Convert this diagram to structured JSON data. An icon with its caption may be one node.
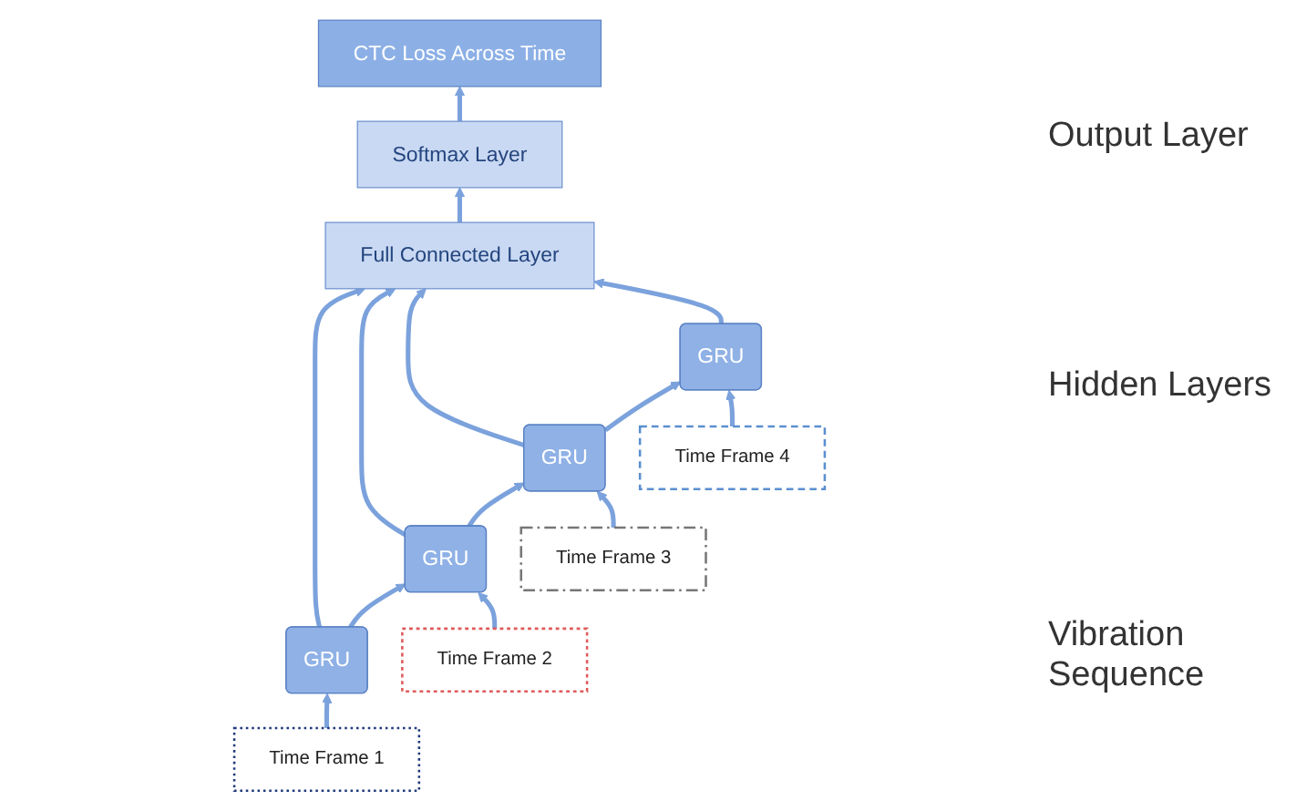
{
  "diagram": {
    "nodes": [
      {
        "text": [
          "CTC Loss Across Time"
        ]
      },
      {
        "text": [
          "Softmax Layer"
        ]
      },
      {
        "text": [
          "Full Connected Layer"
        ]
      },
      {
        "text": [
          "GRU"
        ]
      },
      {
        "text": [
          "GRU"
        ]
      },
      {
        "text": [
          "GRU"
        ]
      },
      {
        "text": [
          "GRU"
        ]
      },
      {
        "text": [
          "Time Frame 1"
        ]
      },
      {
        "text": [
          "Time Frame 2"
        ]
      },
      {
        "text": [
          "Time Frame 3"
        ]
      },
      {
        "text": [
          "Time Frame 4"
        ]
      }
    ],
    "edges": [
      {
        "from": 1,
        "to": 0,
        "arrow": "to"
      },
      {
        "from": 2,
        "to": 1,
        "arrow": "to"
      },
      {
        "from": 3,
        "to": 2,
        "arrow": "to"
      },
      {
        "from": 4,
        "to": 2,
        "arrow": "to"
      },
      {
        "from": 5,
        "to": 2,
        "arrow": "to"
      },
      {
        "from": 6,
        "to": 2,
        "arrow": "to"
      },
      {
        "from": 3,
        "to": 4,
        "arrow": "to"
      },
      {
        "from": 4,
        "to": 5,
        "arrow": "to"
      },
      {
        "from": 5,
        "to": 6,
        "arrow": "to"
      },
      {
        "from": 7,
        "to": 3,
        "arrow": "to"
      },
      {
        "from": 8,
        "to": 4,
        "arrow": "to"
      },
      {
        "from": 9,
        "to": 5,
        "arrow": "to"
      },
      {
        "from": 10,
        "to": 6,
        "arrow": "to"
      }
    ],
    "labels": [
      "Output Layer",
      "Hidden Layers",
      "Vibration Sequence"
    ]
  }
}
